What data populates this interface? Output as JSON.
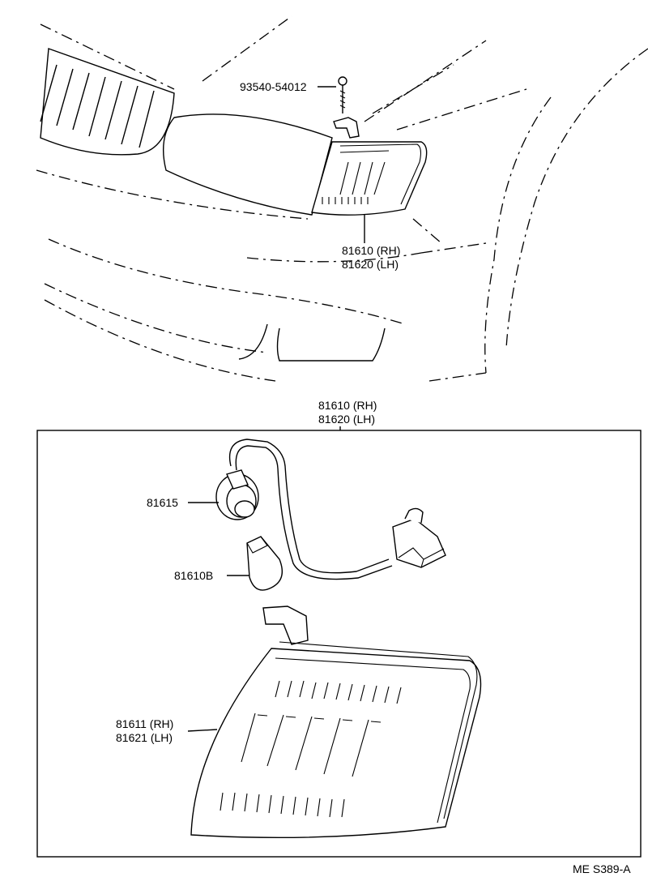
{
  "labels": {
    "bolt": "93540-54012",
    "lamp_top_rh": "81610 (RH)",
    "lamp_top_lh": "81620 (LH)",
    "assy_rh": "81610 (RH)",
    "assy_lh": "81620 (LH)",
    "socket": "81615",
    "bulb": "81610B",
    "lens_rh": "81611 (RH)",
    "lens_lh": "81621 (LH)",
    "figure_code": "ME S389-A"
  }
}
